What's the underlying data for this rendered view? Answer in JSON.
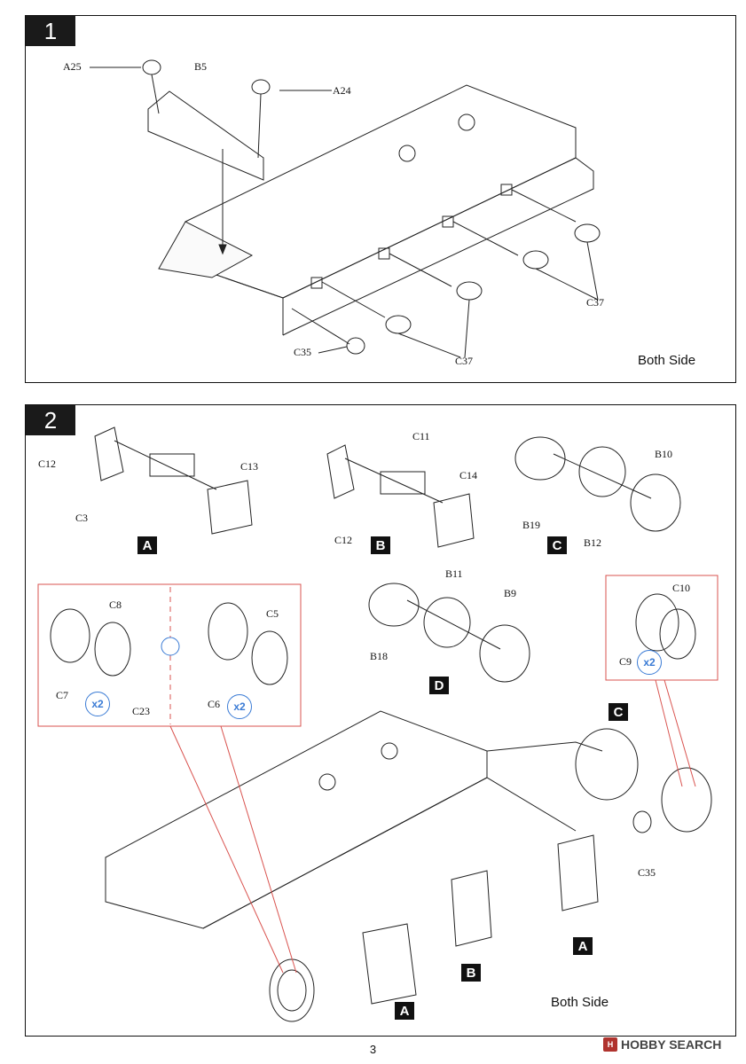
{
  "steps": [
    {
      "number": "1",
      "side_note": "Both Side",
      "labels": [
        "A25",
        "B5",
        "A24",
        "C35",
        "C37",
        "C37"
      ]
    },
    {
      "number": "2",
      "side_note": "Both Side",
      "subassembly_labels": {
        "a": "A",
        "b": "B",
        "c": "C",
        "d": "D"
      },
      "sub_a_parts": [
        "C12",
        "C13",
        "C3"
      ],
      "sub_b_parts": [
        "C11",
        "C14",
        "C12"
      ],
      "sub_c_parts": [
        "B19",
        "B12",
        "B10"
      ],
      "sub_d_parts": [
        "B11",
        "B9",
        "B18"
      ],
      "wheel_parts": [
        "C8",
        "C7",
        "C23",
        "C5",
        "C6"
      ],
      "sprocket_parts": [
        "C10",
        "C9"
      ],
      "quantity_badge": "x2",
      "hull_labels": [
        "C35"
      ]
    }
  ],
  "footer": {
    "page_number": "3",
    "brand": "HOBBY SEARCH",
    "brand_icon": "H"
  },
  "colors": {
    "callout_red": "#d9534f",
    "badge_blue": "#3a7bd5"
  }
}
